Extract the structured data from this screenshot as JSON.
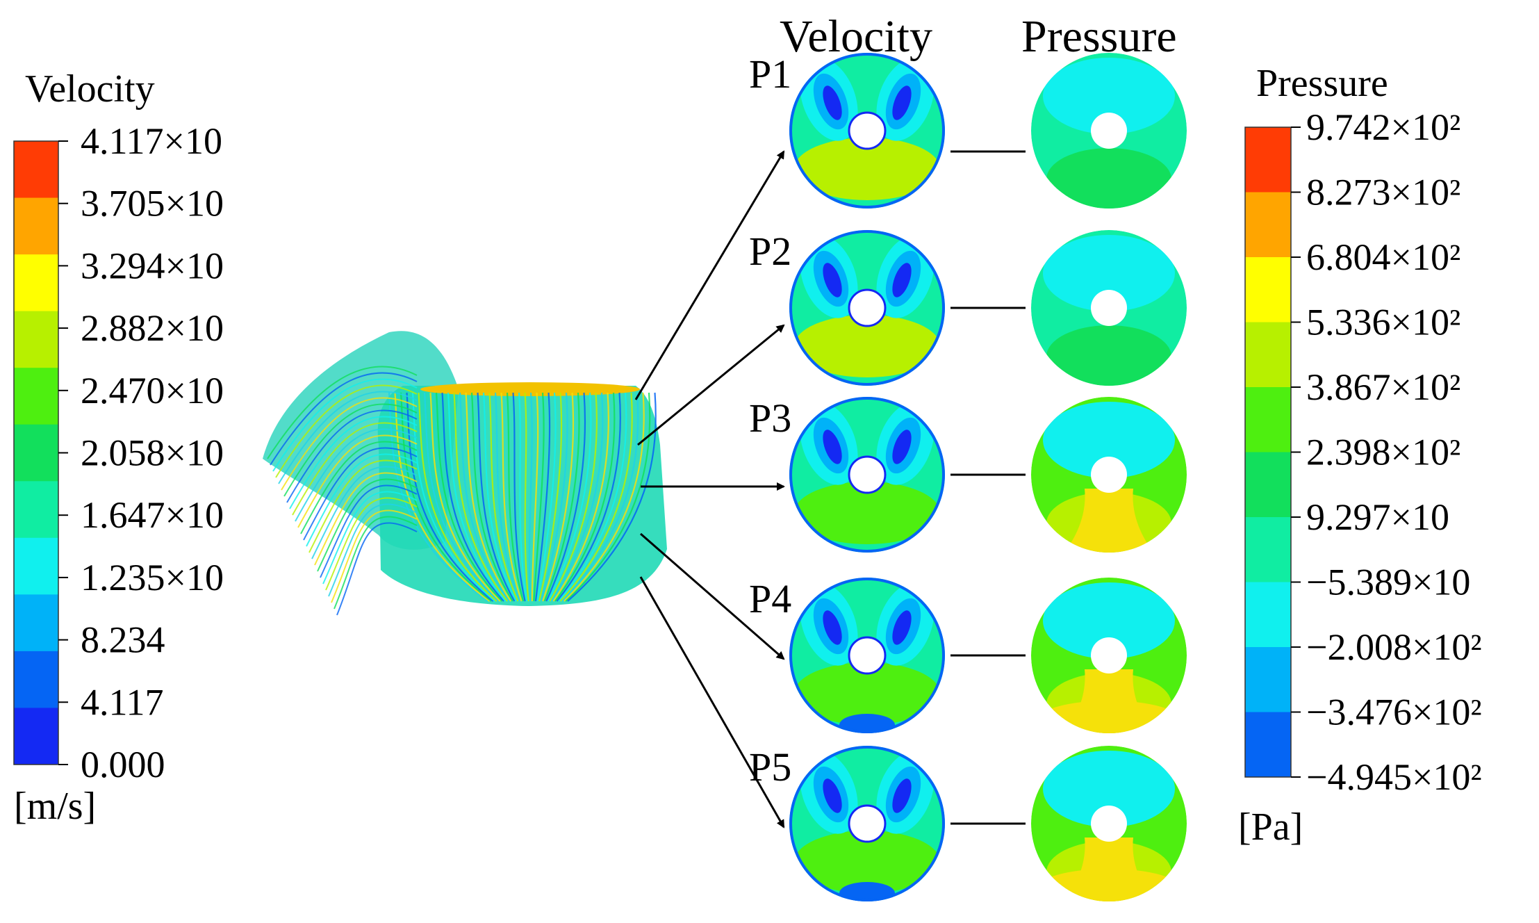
{
  "figure": {
    "velocity_legend": {
      "title": "Velocity",
      "unit": "[m/s]",
      "ticks": [
        "4.117×10",
        "3.705×10",
        "3.294×10",
        "2.882×10",
        "2.470×10",
        "2.058×10",
        "1.647×10",
        "1.235×10",
        "8.234",
        "4.117",
        "0.000"
      ],
      "colors": [
        "#ff3c05",
        "#ffa500",
        "#ffff00",
        "#b7f000",
        "#4eef10",
        "#12df5c",
        "#10eda2",
        "#10f0ee",
        "#00b2f8",
        "#0565f4",
        "#1429f3"
      ]
    },
    "pressure_legend": {
      "title": "Pressure",
      "unit": "[Pa]",
      "ticks": [
        "9.742×10²",
        "8.273×10²",
        "6.804×10²",
        "5.336×10²",
        "3.867×10²",
        "2.398×10²",
        "9.297×10",
        "−5.389×10",
        "−2.008×10²",
        "−3.476×10²",
        "−4.945×10²"
      ],
      "colors": [
        "#ff3c05",
        "#ffa500",
        "#ffff00",
        "#b7f000",
        "#4eef10",
        "#12df5c",
        "#10eda2",
        "#10f0ee",
        "#00b2f8",
        "#0565f4"
      ]
    },
    "column_headers": {
      "velocity": "Velocity",
      "pressure": "Pressure"
    },
    "planes": [
      "P1",
      "P2",
      "P3",
      "P4",
      "P5"
    ]
  }
}
